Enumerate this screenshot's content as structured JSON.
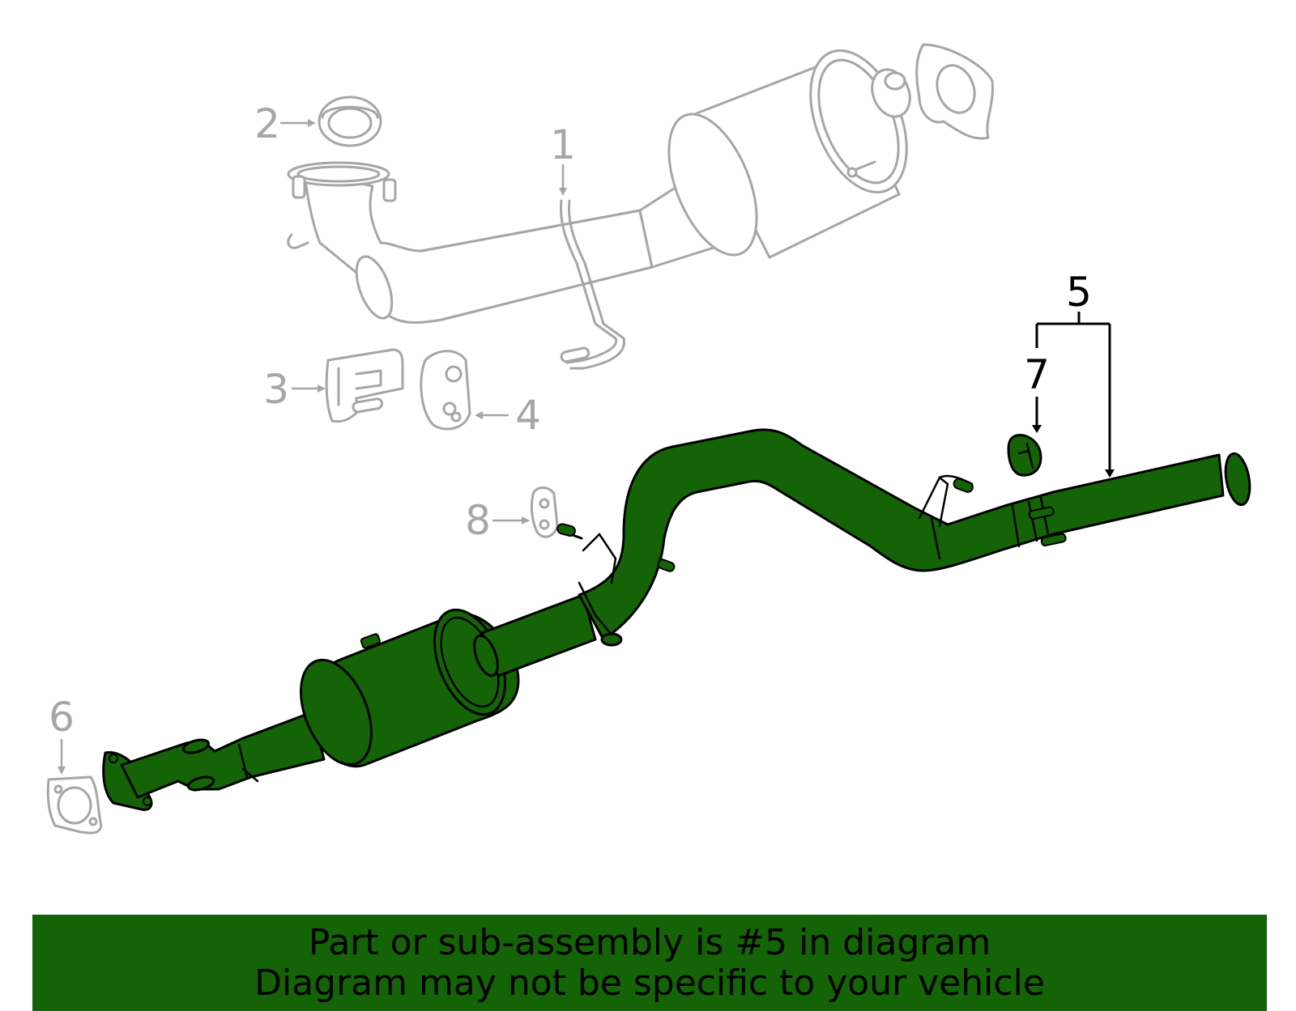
{
  "callouts": [
    {
      "number": "1",
      "highlighted": false
    },
    {
      "number": "2",
      "highlighted": false
    },
    {
      "number": "3",
      "highlighted": false
    },
    {
      "number": "4",
      "highlighted": false
    },
    {
      "number": "5",
      "highlighted": true
    },
    {
      "number": "6",
      "highlighted": false
    },
    {
      "number": "7",
      "highlighted": true
    },
    {
      "number": "8",
      "highlighted": false
    }
  ],
  "banner": {
    "line1": "Part or sub-assembly is #5 in diagram",
    "line2": "Diagram may not be specific to your vehicle"
  },
  "colors": {
    "highlight": "#156307",
    "muted_part": "#a6a6a6",
    "outline": "#000000",
    "background": "#ffffff"
  }
}
